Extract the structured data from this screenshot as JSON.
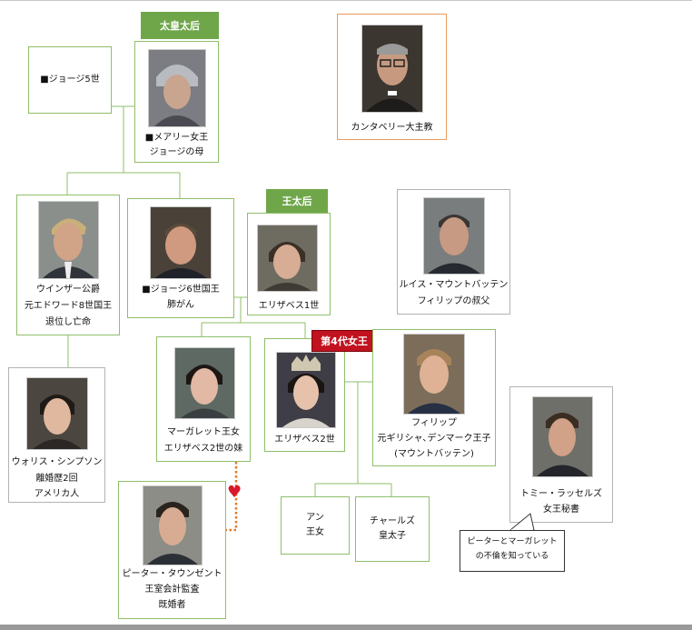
{
  "titles": {
    "queen_mother_grand": "太皇太后",
    "queen_mother": "王太后",
    "fourth_queen": "第4代女王"
  },
  "people": {
    "george5": {
      "lines": [
        "■ジョージ5世"
      ]
    },
    "mary": {
      "lines": [
        "■メアリー女王",
        "ジョージの母"
      ]
    },
    "archbishop": {
      "lines": [
        "カンタベリー大主教"
      ]
    },
    "windsor": {
      "lines": [
        "ウインザー公爵",
        "元エドワード8世国王",
        "退位し亡命"
      ]
    },
    "george6": {
      "lines": [
        "■ジョージ6世国王",
        "肺がん"
      ]
    },
    "elizabeth1": {
      "lines": [
        "エリザベス1世"
      ]
    },
    "mountbatten": {
      "lines": [
        "ルイス・マウントバッテン",
        "フィリップの叔父"
      ]
    },
    "simpson": {
      "lines": [
        "ウォリス・シンプソン",
        "離婚歴2回",
        "アメリカ人"
      ]
    },
    "margaret": {
      "lines": [
        "マーガレット王女",
        "エリザベス2世の妹"
      ]
    },
    "elizabeth2": {
      "lines": [
        "エリザベス2世"
      ]
    },
    "philip": {
      "lines": [
        "フィリップ",
        "元ギリシャ､デンマーク王子",
        "(マウントバッテン)"
      ]
    },
    "lascelles": {
      "lines": [
        "トミー・ラッセルズ",
        "女王秘書"
      ]
    },
    "anne": {
      "lines": [
        "アン",
        "王女"
      ]
    },
    "charles": {
      "lines": [
        "チャールズ",
        "皇太子"
      ]
    },
    "townsend": {
      "lines": [
        "ピーター・タウンゼント",
        "王室会計監査",
        "既婚者"
      ]
    }
  },
  "note": {
    "lines": [
      "ピーターとマーガレット",
      "の不倫を知っている"
    ]
  },
  "colors": {
    "green_border": "#8fbf6a",
    "gray_border": "#b3b3b3",
    "orange_border": "#e89a5e",
    "green_tag": "#6fa64a",
    "red_tag": "#c1121f",
    "affair_line": "#e07b2a",
    "heart": "#d91a2a"
  },
  "icons": {
    "heart": "heart-icon"
  }
}
